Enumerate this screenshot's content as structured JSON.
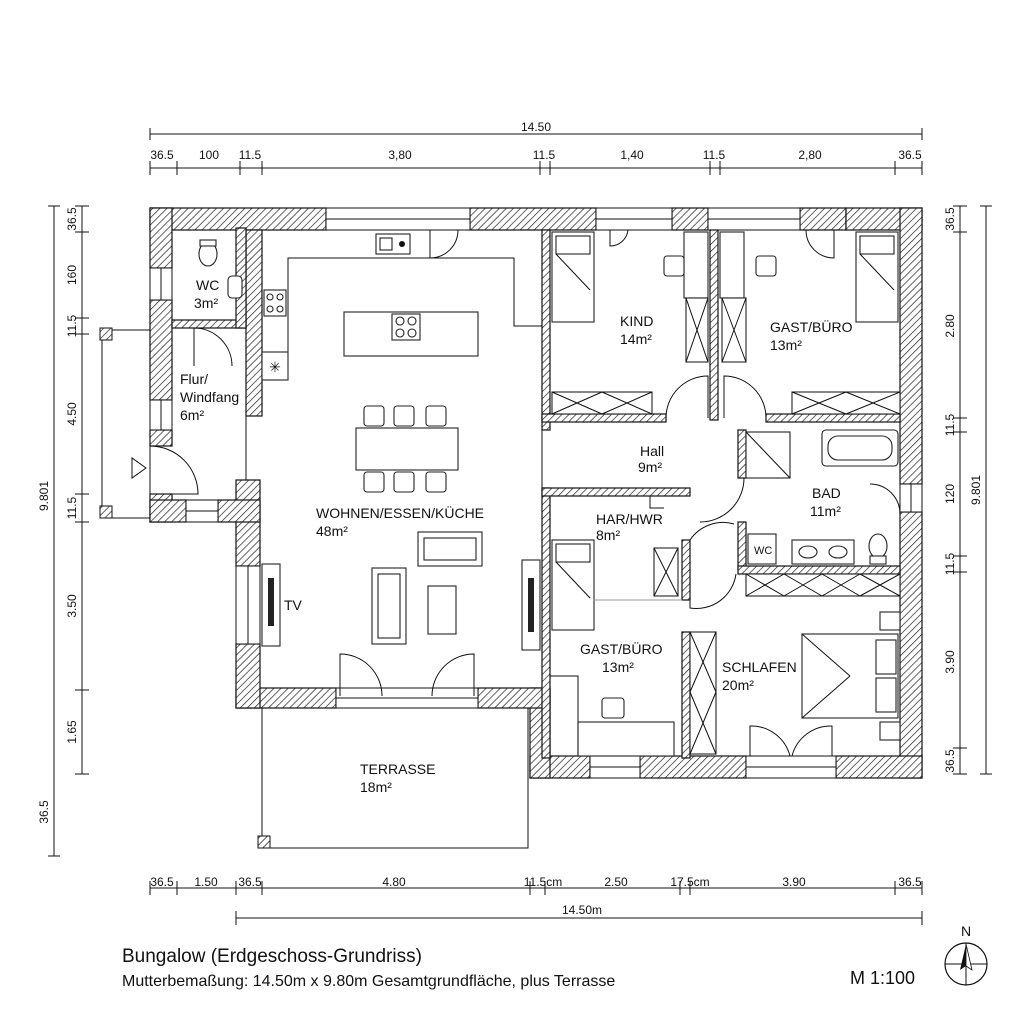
{
  "title": "Bungalow (Erdgeschoss-Grundriss)",
  "subtitle": "Mutterbemaßung: 14.50m x 9.80m Gesamtgrundfläche, plus Terrasse",
  "scale": "M 1:100",
  "north_label": "N",
  "rooms": {
    "wc": {
      "name": "WC",
      "area": "3m²"
    },
    "flur": {
      "name1": "Flur/",
      "name2": "Windfang",
      "area": "6m²"
    },
    "wohnen": {
      "name": "WOHNEN/ESSEN/KÜCHE",
      "area": "48m²"
    },
    "kind": {
      "name": "KIND",
      "area": "14m²"
    },
    "gast_top": {
      "name": "GAST/BÜRO",
      "area": "13m²"
    },
    "hall": {
      "name": "Hall",
      "area": "9m²"
    },
    "bad": {
      "name": "BAD",
      "area": "11m²"
    },
    "har": {
      "name": "HAR/HWR",
      "area": "8m²"
    },
    "gast_bottom": {
      "name": "GAST/BÜRO",
      "area": "13m²"
    },
    "schlafen": {
      "name": "SCHLAFEN",
      "area": "20m²"
    },
    "terrasse": {
      "name": "TERRASSE",
      "area": "18m²"
    }
  },
  "labels": {
    "tv": "TV",
    "bad_wc": "WC"
  },
  "dims_top": {
    "overall": "14.50",
    "segments": [
      "36.5",
      "100",
      "11.5",
      "3,80",
      "11.5",
      "1,40",
      "11.5",
      "2,80",
      "36.5"
    ]
  },
  "dims_bottom": {
    "overall": "14.50m",
    "segments": [
      "36.5",
      "1.50",
      "36.5",
      "4.80",
      "11.5cm",
      "2.50",
      "17.5cm",
      "3.90",
      "36.5"
    ]
  },
  "dims_left": {
    "overall": "9.801",
    "segments": [
      "36.5",
      "160",
      "11.5",
      "4.50",
      "11.5",
      "3.50",
      "1.65",
      "36.5"
    ]
  },
  "dims_right": {
    "overall": "9.801",
    "segments": [
      "36.5",
      "2.80",
      "11.5",
      "120",
      "11.5",
      "3.90",
      "36.5"
    ]
  }
}
